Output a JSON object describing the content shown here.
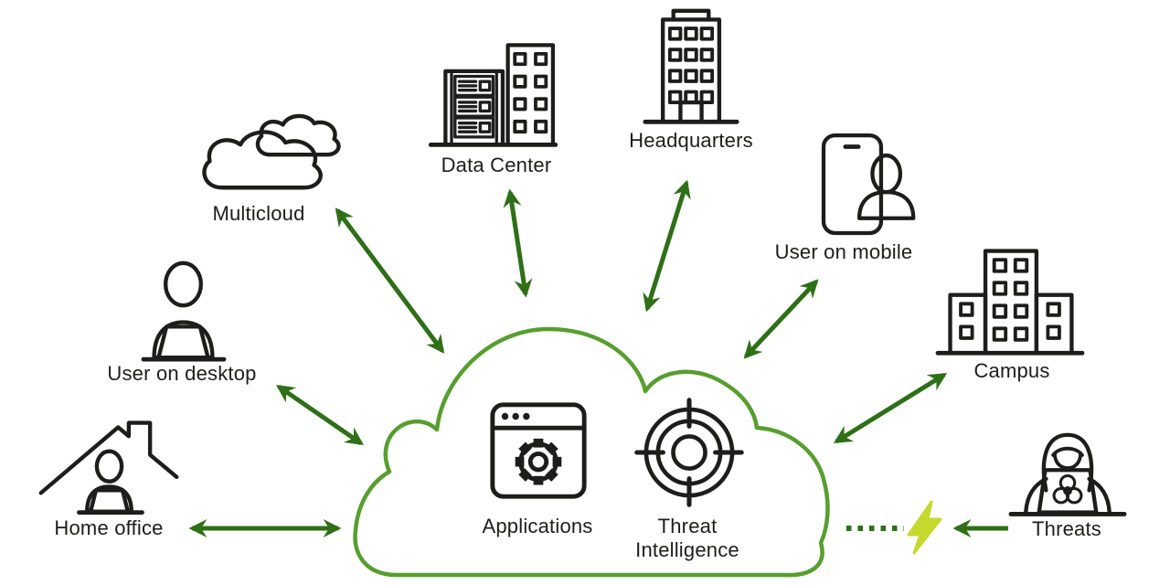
{
  "diagram": {
    "nodes": {
      "multicloud": "Multicloud",
      "data_center": "Data Center",
      "headquarters": "Headquarters",
      "user_on_mobile": "User on mobile",
      "campus": "Campus",
      "threats": "Threats",
      "home_office": "Home office",
      "user_on_desktop": "User on desktop",
      "applications": "Applications",
      "threat_intelligence": {
        "line1": "Threat",
        "line2": "Intelligence"
      }
    },
    "colors": {
      "icon_stroke": "#1d1d1b",
      "arrow_green": "#2e6f17",
      "cloud_green": "#579e2f",
      "bolt_yellow": "#c6d92e",
      "text": "#1d1d1b",
      "background": "#ffffff"
    },
    "connections": [
      {
        "from": "multicloud",
        "to": "cloud",
        "style": "double-arrow"
      },
      {
        "from": "data_center",
        "to": "cloud",
        "style": "double-arrow"
      },
      {
        "from": "headquarters",
        "to": "cloud",
        "style": "double-arrow"
      },
      {
        "from": "user_on_mobile",
        "to": "cloud",
        "style": "double-arrow"
      },
      {
        "from": "campus",
        "to": "cloud",
        "style": "double-arrow"
      },
      {
        "from": "user_on_desktop",
        "to": "cloud",
        "style": "double-arrow"
      },
      {
        "from": "home_office",
        "to": "cloud",
        "style": "double-arrow"
      },
      {
        "from": "threats",
        "to": "lightning-bolt",
        "style": "single-arrow"
      },
      {
        "from": "cloud",
        "to": "lightning-bolt",
        "style": "dotted-line"
      }
    ]
  }
}
